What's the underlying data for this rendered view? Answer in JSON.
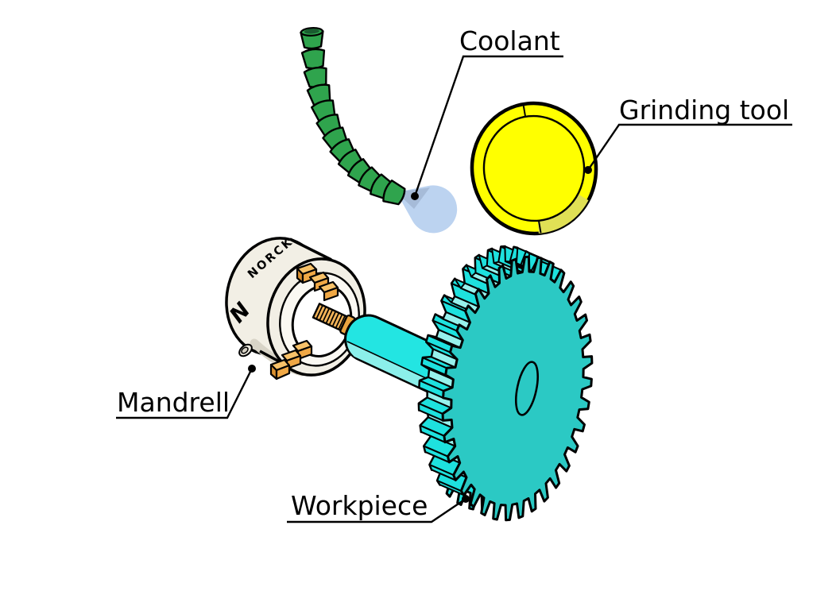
{
  "diagram": {
    "labels": {
      "coolant": "Coolant",
      "grinding_tool": "Grinding tool",
      "mandrell": "Mandrell",
      "workpiece": "Workpiece"
    },
    "brand": {
      "initial": "N",
      "name": "NORCK"
    },
    "colors": {
      "background": "#FFFFFF",
      "outline": "#000000",
      "hose_green": "#2FA44D",
      "hose_green_dark": "#1A5C30",
      "spray_blue": "#BCD3F0",
      "spray_blue_shadow": "#A6BBD8",
      "wheel_yellow": "#FFFF00",
      "wheel_yellow_shade": "#E0E055",
      "chuck_cream": "#F2EFE5",
      "chuck_shadow": "#D8D4C7",
      "boss_white": "#FAF8F2",
      "bore_white": "#FFFFFF",
      "bore_floor": "#F3F0E8",
      "hole_outer": "#EDE9DE",
      "hole_inner": "#D5D0C3",
      "jaw_orange_light": "#F8C269",
      "jaw_orange_mid": "#F0A845",
      "jaw_orange_dark": "#D98F2E",
      "screw_orange": "#F3B459",
      "screw_cap": "#E9A33F",
      "gear_face": "#2BC9C4",
      "gear_side": "#1EE1DE",
      "gear_root_light": "#96F1EC",
      "shaft_cyan": "#23E5E2",
      "shaft_highlight": "#8BEFEA",
      "leader": "#000000"
    }
  }
}
